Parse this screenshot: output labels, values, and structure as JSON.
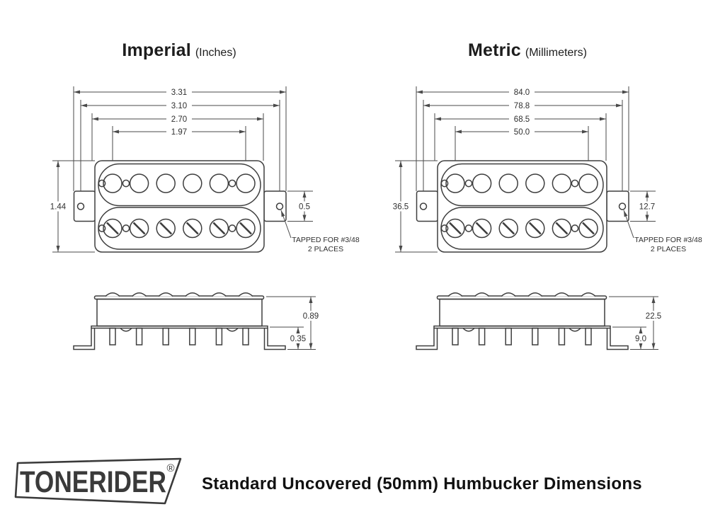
{
  "titles": {
    "imperial": {
      "main": "Imperial",
      "suffix": "(Inches)"
    },
    "metric": {
      "main": "Metric",
      "suffix": "(Millimeters)"
    }
  },
  "imperial": {
    "overall_width": "3.31",
    "baseplate_width": "3.10",
    "body_width": "2.70",
    "pole_spacing": "1.97",
    "body_height": "1.44",
    "tab_height": "0.5",
    "total_height": "0.89",
    "leg_height": "0.35",
    "tapped_note_line1": "TAPPED FOR #3/48",
    "tapped_note_line2": "2 PLACES"
  },
  "metric": {
    "overall_width": "84.0",
    "baseplate_width": "78.8",
    "body_width": "68.5",
    "pole_spacing": "50.0",
    "body_height": "36.5",
    "tab_height": "12.7",
    "total_height": "22.5",
    "leg_height": "9.0",
    "tapped_note_line1": "TAPPED FOR #3/48",
    "tapped_note_line2": "2 PLACES"
  },
  "footer": {
    "logo_text": "TONERIDER",
    "registered_mark": "®",
    "caption": "Standard Uncovered (50mm) Humbucker Dimensions"
  },
  "colors": {
    "line": "#3e3e3e",
    "dim_line": "#4a4a4a",
    "text": "#2f2f2f"
  }
}
